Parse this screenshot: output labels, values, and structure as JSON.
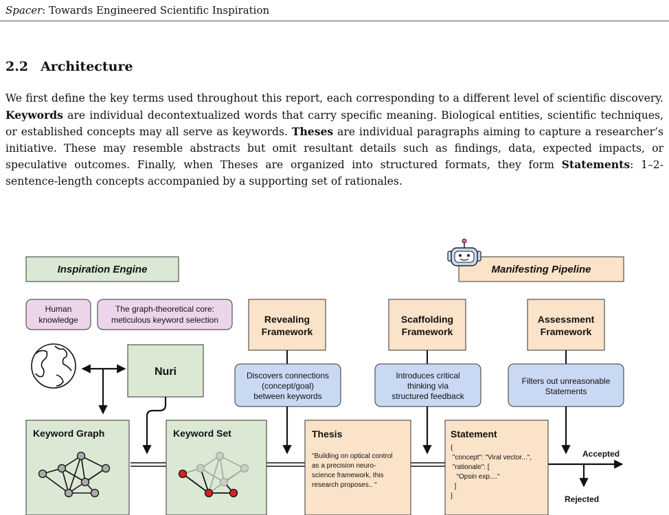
{
  "header": {
    "title_italic": "Spacer",
    "title_rest": ": Towards Engineered Scientific Inspiration"
  },
  "section": {
    "number": "2.2",
    "title": "Architecture"
  },
  "paragraph": {
    "s1": "We first define the key terms used throughout this report, each corresponding to a different level of scientific discovery. ",
    "t1": "Keywords",
    "s2": " are individual decontextualized words that carry specific meaning. Biological entities, scientific techniques, or established concepts may all serve as keywords. ",
    "t2": "Theses",
    "s3": " are individual paragraphs aiming to capture a researcher’s initiative. These may resemble abstracts but omit resultant details such as findings, data, expected impacts, or speculative outcomes. Finally, when Theses are organized into structured formats, they form ",
    "t3": "Statements",
    "s4": ": 1–2-sentence-length concepts accompanied by a supporting set of rationales."
  },
  "diagram": {
    "colors": {
      "green": "#dbe8d3",
      "peach": "#fbe3c9",
      "pink": "#ecd5ea",
      "blue": "#c9d8f3",
      "red": "#e02020",
      "gray_node": "#aaaaaa"
    },
    "inspiration_engine": "Inspiration Engine",
    "manifesting_pipeline": "Manifesting Pipeline",
    "human_knowledge": [
      "Human",
      "knowledge"
    ],
    "graph_core": [
      "The graph-theoretical core:",
      "meticulous keyword selection"
    ],
    "nuri": "Nuri",
    "revealing": [
      "Revealing",
      "Framework"
    ],
    "scaffolding": [
      "Scaffolding",
      "Framework"
    ],
    "assessment": [
      "Assessment",
      "Framework"
    ],
    "revealing_desc": [
      "Discovers connections",
      "(concept/goal)",
      "between keywords"
    ],
    "scaffolding_desc": [
      "Introduces critical",
      "thinking via",
      "structured feedback"
    ],
    "assessment_desc": [
      "Filters out unreasonable",
      "Statements"
    ],
    "keyword_graph": "Keyword Graph",
    "keyword_set": "Keyword Set",
    "thesis_title": "Thesis",
    "thesis_text": [
      "\"Building on optical control",
      "as a precision neuro-",
      "science framework, this",
      "research proposes.. \""
    ],
    "statement_title": "Statement",
    "statement_text": [
      "{",
      " \"concept\": \"Viral vector...\",",
      " \"rationale\": [",
      "   \"Opsin exp....\"",
      "  ]",
      "}"
    ],
    "accepted": "Accepted",
    "rejected": "Rejected",
    "icons": [
      "globe-icon",
      "robot-icon"
    ]
  }
}
